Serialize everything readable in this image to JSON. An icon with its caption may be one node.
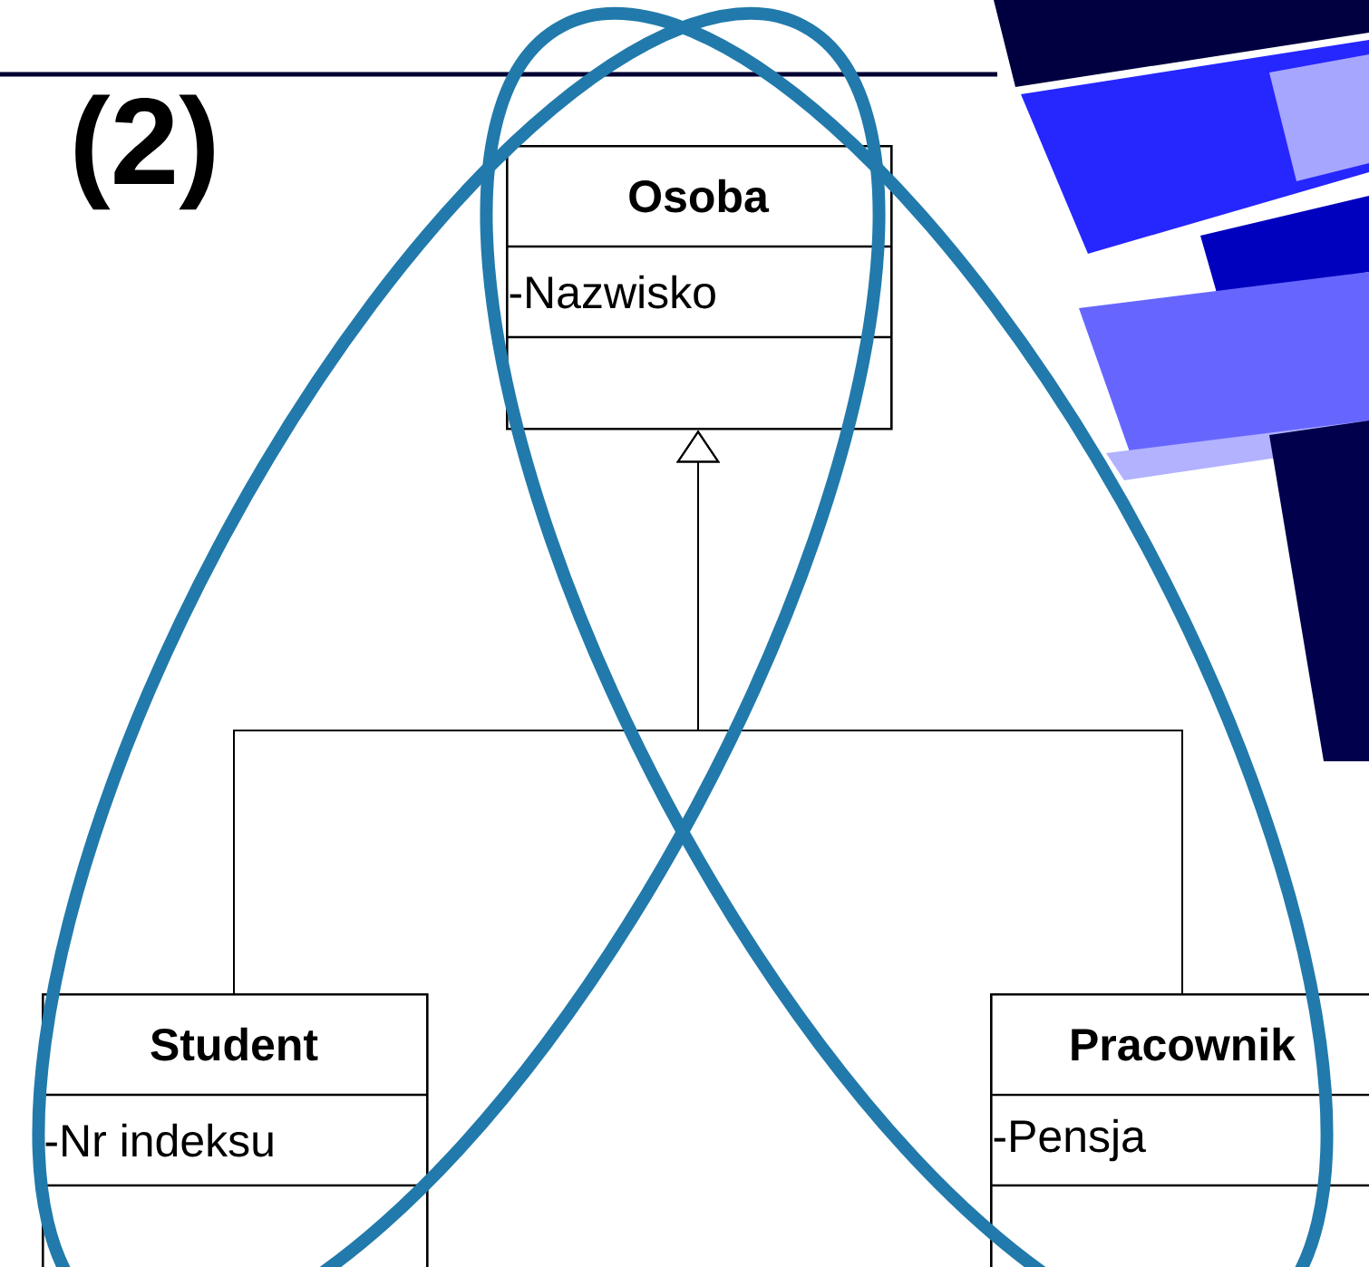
{
  "diagram": {
    "nodes": [
      {
        "text": [
          "Osoba",
          "-Nazwisko"
        ]
      },
      {
        "text": [
          "Student",
          "-Nr indeksu"
        ]
      },
      {
        "text": [
          "Pracownik",
          "-Pensja"
        ]
      }
    ],
    "edges": [
      {
        "from": 1,
        "to": 0,
        "arrow": "to"
      },
      {
        "from": 2,
        "to": 0,
        "arrow": "to"
      }
    ],
    "labels": [
      "(2)"
    ]
  }
}
